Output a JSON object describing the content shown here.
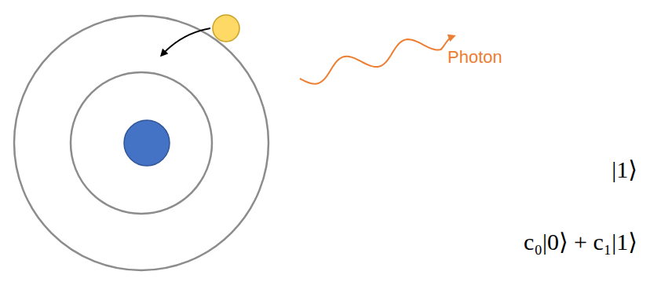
{
  "diagram": {
    "labels": [
      "Photon",
      "|1⟩",
      "c₀|0⟩ + c₁|1⟩"
    ]
  }
}
